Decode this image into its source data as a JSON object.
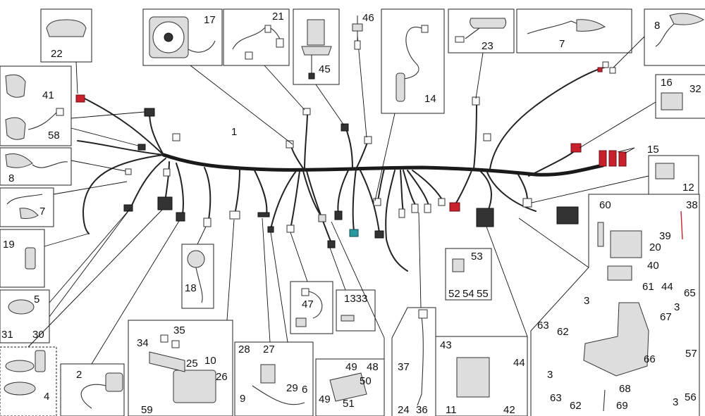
{
  "labels": {
    "l1": "1",
    "l2": "2",
    "l3a": "3",
    "l3b": "3",
    "l3c": "3",
    "l3d": "3",
    "l4": "4",
    "l5": "5",
    "l6": "6",
    "l7a": "7",
    "l7b": "7",
    "l8a": "8",
    "l8b": "8",
    "l9": "9",
    "l10": "10",
    "l11": "11",
    "l12": "12",
    "l1333": "1333",
    "l14": "14",
    "l15": "15",
    "l16": "16",
    "l17": "17",
    "l18": "18",
    "l19": "19",
    "l20": "20",
    "l21": "21",
    "l22": "22",
    "l23": "23",
    "l24": "24",
    "l25": "25",
    "l26": "26",
    "l27": "27",
    "l28": "28",
    "l29": "29",
    "l30": "30",
    "l31": "31",
    "l32": "32",
    "l34": "34",
    "l35": "35",
    "l36": "36",
    "l37": "37",
    "l38": "38",
    "l39": "39",
    "l40": "40",
    "l41": "41",
    "l42": "42",
    "l43": "43",
    "l44": "44",
    "l45": "45",
    "l46": "46",
    "l47": "47",
    "l48": "48",
    "l49a": "49",
    "l49b": "49",
    "l50": "50",
    "l51": "51",
    "l52": "52",
    "l53": "53",
    "l54": "54",
    "l55": "55",
    "l56": "56",
    "l57": "57",
    "l58": "58",
    "l59": "59",
    "l60": "60",
    "l61": "61",
    "l62a": "62",
    "l62b": "62",
    "l63a": "63",
    "l63b": "63",
    "l65": "65",
    "l66": "66",
    "l67": "67",
    "l68": "68",
    "l69": "69"
  },
  "colors": {
    "harness": "#1a1a1a",
    "connector_red": "#c8212b",
    "connector_teal": "#2a9aa0"
  }
}
